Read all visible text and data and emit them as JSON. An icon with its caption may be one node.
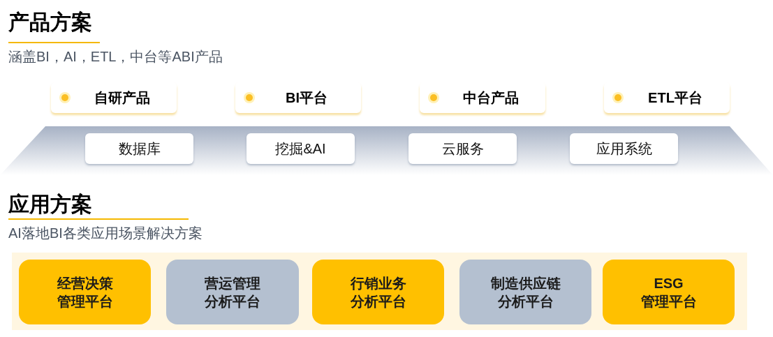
{
  "diagram": {
    "nodes": [
      {
        "text": [
          "自研产品"
        ]
      },
      {
        "text": [
          "BI平台"
        ]
      },
      {
        "text": [
          "中台产品"
        ]
      },
      {
        "text": [
          "ETL平台"
        ]
      },
      {
        "text": [],
        "shape": "band"
      },
      {
        "text": [
          "数据库"
        ],
        "in": 4
      },
      {
        "text": [
          "挖掘&AI"
        ],
        "in": 4
      },
      {
        "text": [
          "云服务"
        ],
        "in": 4
      },
      {
        "text": [
          "应用系统"
        ],
        "in": 4
      },
      {
        "text": [],
        "shape": "box"
      },
      {
        "text": [
          "经营决策管理平台"
        ],
        "in": 9
      },
      {
        "text": [
          "营运管理分析平台"
        ],
        "in": 9
      },
      {
        "text": [
          "行销业务分析平台"
        ],
        "in": 9
      },
      {
        "text": [
          "制造供应链分析平台"
        ],
        "in": 9
      },
      {
        "text": [
          "ESG 管理平台"
        ],
        "in": 9
      }
    ],
    "labels": [
      "产品方案",
      "涵盖BI，AI，ETL，中台等ABI产品",
      "应用方案",
      "AI落地BI各类应用场景解决方案"
    ]
  }
}
